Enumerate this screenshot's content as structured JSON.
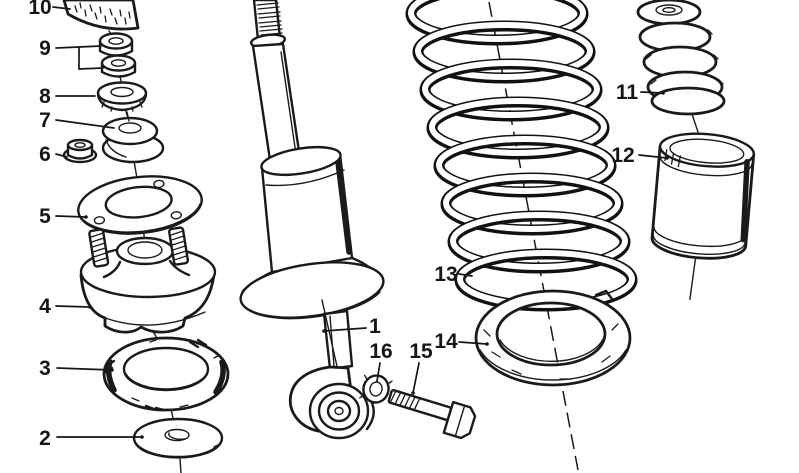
{
  "figure": {
    "type": "exploded-parts-diagram",
    "background_color": "#ffffff",
    "line_color": "#1a1a1a"
  },
  "callouts": {
    "c1": {
      "label": "1"
    },
    "c2": {
      "label": "2"
    },
    "c3": {
      "label": "3"
    },
    "c4": {
      "label": "4"
    },
    "c5": {
      "label": "5"
    },
    "c6": {
      "label": "6"
    },
    "c7": {
      "label": "7"
    },
    "c8": {
      "label": "8"
    },
    "c9": {
      "label": "9"
    },
    "c10": {
      "label": "10"
    },
    "c11": {
      "label": "11"
    },
    "c12": {
      "label": "12"
    },
    "c13": {
      "label": "13"
    },
    "c14": {
      "label": "14"
    },
    "c15": {
      "label": "15"
    },
    "c16": {
      "label": "16"
    }
  }
}
